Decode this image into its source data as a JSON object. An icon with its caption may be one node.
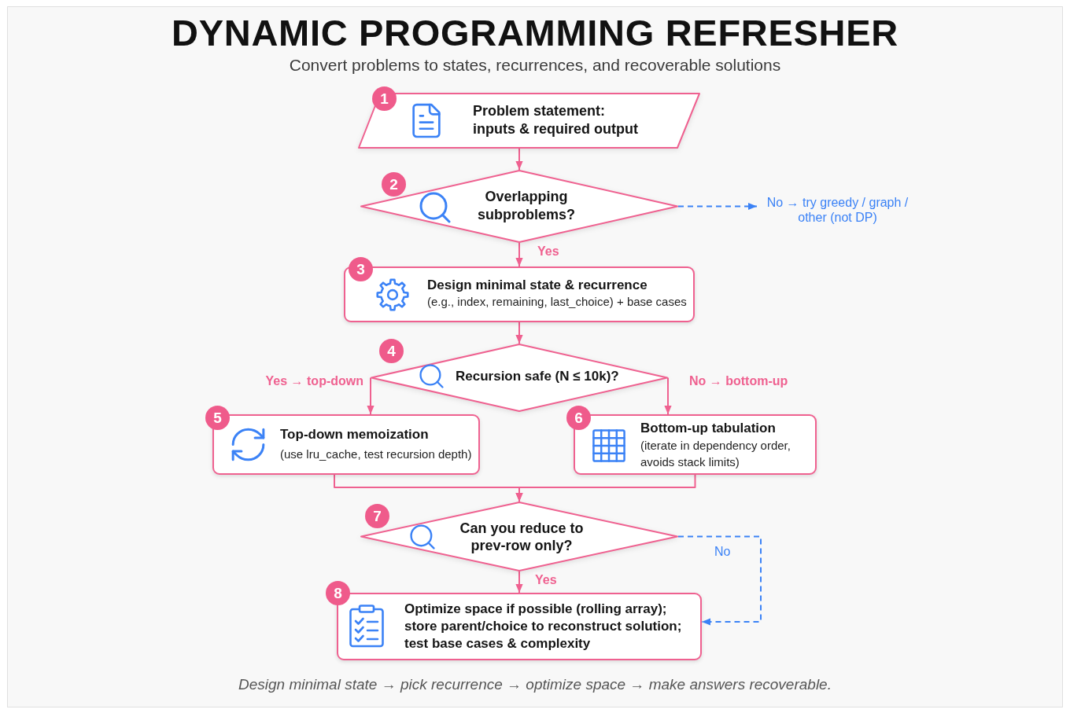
{
  "diagram": {
    "title": "DYNAMIC PROGRAMMING REFRESHER",
    "caption": "Design minimal state → pick recurrence → optimize space → make answers recoverable.",
    "nodes": [
      {
        "text": [
          "1",
          "Problem statement: inputs & required output"
        ]
      },
      {
        "text": [
          "2",
          "Overlapping subproblems?"
        ]
      },
      {
        "text": [
          "No → try greedy / graph / other (not DP)"
        ]
      },
      {
        "text": [
          "3",
          "Design minimal state & recurrence",
          "(e.g., index, remaining, last_choice) + base cases"
        ]
      },
      {
        "text": [
          "4",
          "Recursion safe (N ≤ 10k)?"
        ]
      },
      {
        "text": [
          "5",
          "Top-down memoization",
          "(use lru_cache, test recursion depth)"
        ]
      },
      {
        "text": [
          "6",
          "Bottom-up tabulation",
          "(iterate in dependency order, avoids stack limits)"
        ]
      },
      {
        "text": [
          "7",
          "Can you reduce to prev-row only?"
        ]
      },
      {
        "text": [
          "8",
          "Optimize space if possible (rolling array); store parent/choice to reconstruct solution; test base cases & complexity"
        ]
      }
    ],
    "edges": [
      {
        "from": 0,
        "to": 1,
        "arrow": "to"
      },
      {
        "from": 1,
        "to": 2,
        "arrow": "to",
        "style": "dashed",
        "color": "#3b82f6"
      },
      {
        "from": 1,
        "to": 3,
        "arrow": "to",
        "label": "Yes"
      },
      {
        "from": 3,
        "to": 4,
        "arrow": "to"
      },
      {
        "from": 4,
        "to": 5,
        "arrow": "to",
        "label": "Yes → top-down"
      },
      {
        "from": 4,
        "to": 6,
        "arrow": "to",
        "label": "No → bottom-up"
      },
      {
        "from": 5,
        "to": 7,
        "arrow": "to"
      },
      {
        "from": 6,
        "to": 7,
        "arrow": "to"
      },
      {
        "from": 7,
        "to": 8,
        "arrow": "to",
        "label": "Yes"
      },
      {
        "from": 7,
        "to": 8,
        "arrow": "to",
        "label": "No",
        "style": "dashed",
        "color": "#3b82f6"
      }
    ],
    "labels": [
      "Convert problems to states, recurrences, and recoverable solutions"
    ]
  }
}
